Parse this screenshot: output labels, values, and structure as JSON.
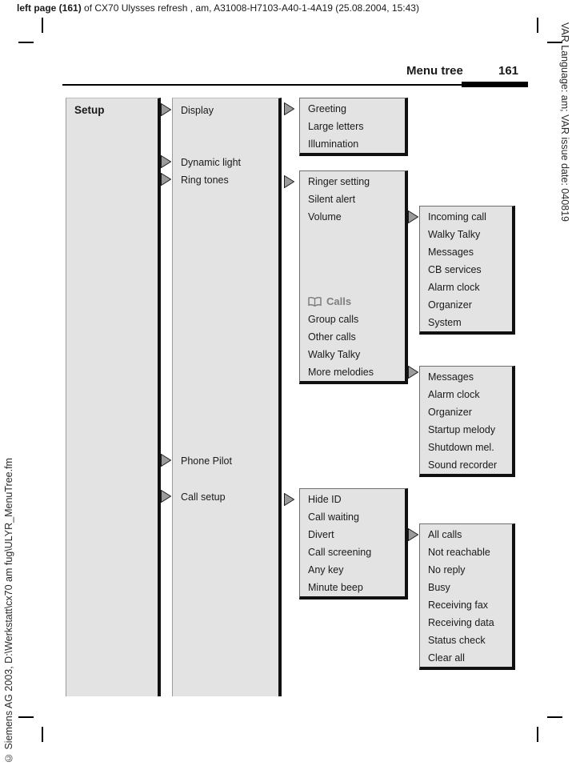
{
  "print_header": {
    "bold": "left page (161)",
    "rest": " of CX70 Ulysses refresh , am, A31008-H7103-A40-1-4A19 (25.08.2004, 15:43)"
  },
  "margin_notes": {
    "left_vertical": "© Siemens AG 2003, D:\\Werkstatt\\cx70 am fug\\ULYR_MenuTree.fm",
    "right_vertical": "VAR Language: am; VAR issue date: 040819"
  },
  "page_header": {
    "title": "Menu tree",
    "page_number": "161"
  },
  "menu_tree": {
    "root_label": "Setup",
    "level2_items": [
      "Display",
      "Dynamic light",
      "Ring tones",
      "Phone Pilot",
      "Call setup"
    ],
    "submenus": [
      {
        "id": "display",
        "items": [
          {
            "label": "Greeting"
          },
          {
            "label": "Large letters"
          },
          {
            "label": "Illumination"
          }
        ]
      },
      {
        "id": "ringtones",
        "items": [
          {
            "label": "Ringer setting"
          },
          {
            "label": "Silent alert"
          },
          {
            "label": "Volume"
          },
          {
            "label": "Calls",
            "section": true,
            "icon": "open-book-icon"
          },
          {
            "label": "Group calls"
          },
          {
            "label": "Other calls"
          },
          {
            "label": "Walky Talky"
          },
          {
            "label": "More melodies"
          }
        ]
      },
      {
        "id": "callsetup",
        "items": [
          {
            "label": "Hide ID"
          },
          {
            "label": "Call waiting"
          },
          {
            "label": "Divert"
          },
          {
            "label": "Call screening"
          },
          {
            "label": "Any key"
          },
          {
            "label": "Minute beep"
          }
        ]
      },
      {
        "id": "volume",
        "items": [
          {
            "label": "Incoming call"
          },
          {
            "label": "Walky Talky"
          },
          {
            "label": "Messages"
          },
          {
            "label": "CB services"
          },
          {
            "label": "Alarm clock"
          },
          {
            "label": "Organizer"
          },
          {
            "label": "System"
          }
        ]
      },
      {
        "id": "melodies",
        "items": [
          {
            "label": "Messages"
          },
          {
            "label": "Alarm clock"
          },
          {
            "label": "Organizer"
          },
          {
            "label": "Startup melody"
          },
          {
            "label": "Shutdown mel."
          },
          {
            "label": "Sound recorder"
          }
        ]
      },
      {
        "id": "divert",
        "items": [
          {
            "label": "All calls"
          },
          {
            "label": "Not reachable"
          },
          {
            "label": "No reply"
          },
          {
            "label": "Busy"
          },
          {
            "label": "Receiving fax"
          },
          {
            "label": "Receiving data"
          },
          {
            "label": "Status check"
          },
          {
            "label": "Clear all"
          }
        ]
      }
    ]
  },
  "icons": {
    "arrow": {
      "name": "arrow-right-icon",
      "glyph": "▶"
    },
    "calls_section": {
      "name": "open-book-icon",
      "glyph": "🕮"
    }
  },
  "colors": {
    "box_fill": "#e3e3e3",
    "box_edge_thin": "#6f6f6f",
    "bar_black": "#111111",
    "section_gray": "#7e7e7e",
    "arrow_fill": "#9b9b9b"
  }
}
